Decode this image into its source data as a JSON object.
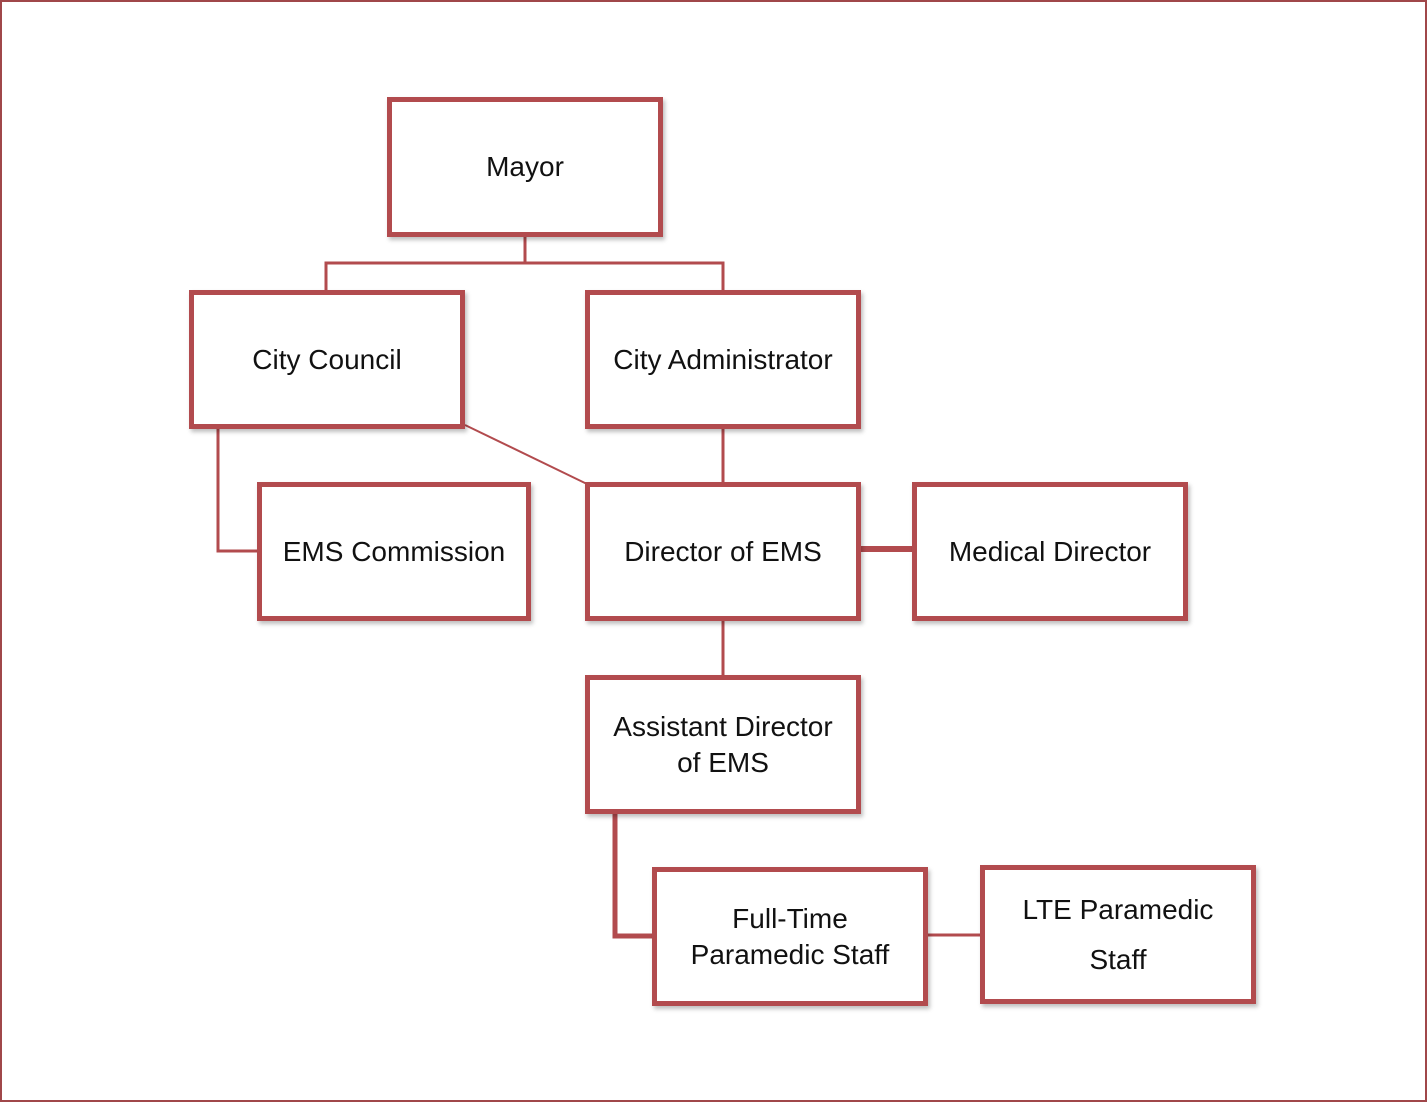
{
  "diagram": {
    "colors": {
      "border": "#b24b4e",
      "frame": "#a0474a",
      "text": "#111111",
      "background": "#ffffff"
    },
    "boxes": {
      "mayor": "Mayor",
      "city_council": "City Council",
      "city_administrator": "City Administrator",
      "ems_commission": "EMS Commission",
      "director_of_ems": "Director of EMS",
      "medical_director": "Medical Director",
      "assistant_director": "Assistant Director\nof EMS",
      "full_time_staff": "Full-Time\nParamedic Staff",
      "lte_staff": "LTE Paramedic\nStaff"
    },
    "connections": [
      [
        "mayor",
        "city_council"
      ],
      [
        "mayor",
        "city_administrator"
      ],
      [
        "city_council",
        "ems_commission"
      ],
      [
        "city_council",
        "director_of_ems"
      ],
      [
        "city_administrator",
        "director_of_ems"
      ],
      [
        "director_of_ems",
        "medical_director"
      ],
      [
        "director_of_ems",
        "assistant_director"
      ],
      [
        "assistant_director",
        "full_time_staff"
      ],
      [
        "full_time_staff",
        "lte_staff"
      ]
    ]
  }
}
